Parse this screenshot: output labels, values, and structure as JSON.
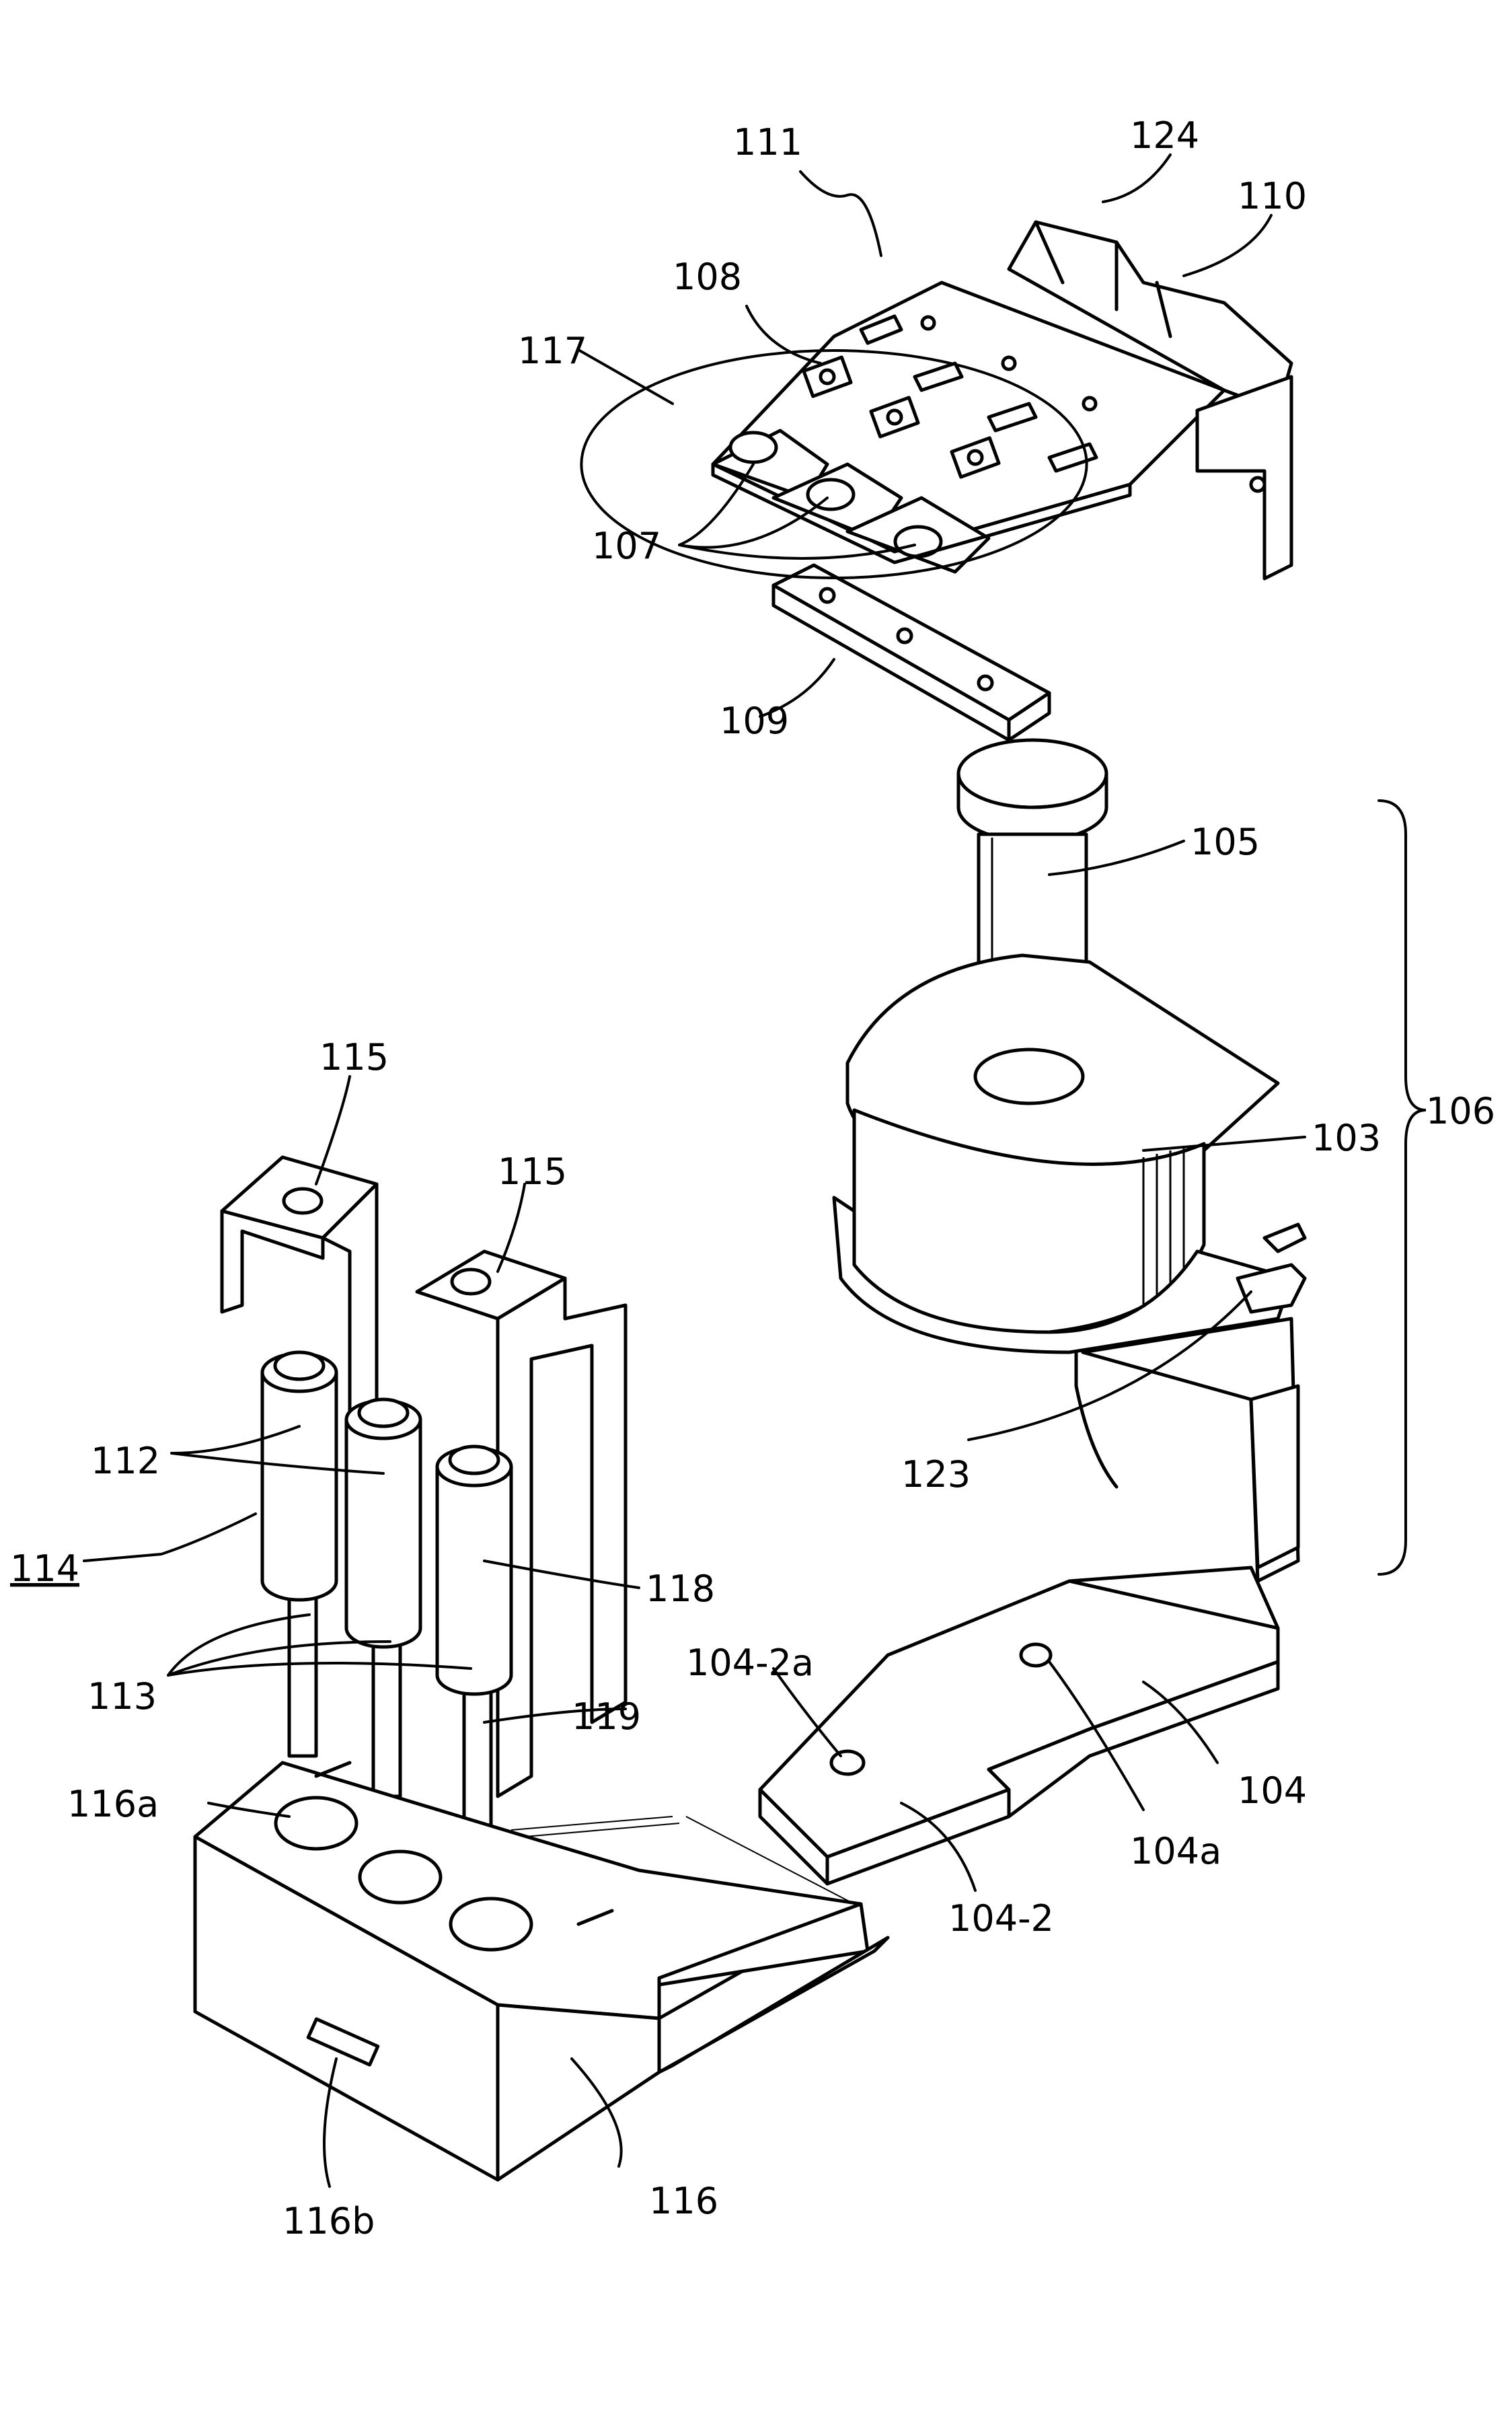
{
  "labels": {
    "l111": "111",
    "l124": "124",
    "l110": "110",
    "l108": "108",
    "l117": "117",
    "l107": "107",
    "l109": "109",
    "l105": "105",
    "l106": "106",
    "l103": "103",
    "l115a": "115",
    "l115b": "115",
    "l112": "112",
    "l114": "114",
    "l123": "123",
    "l118": "118",
    "l113": "113",
    "l119": "119",
    "l1042a": "104-2a",
    "l116a": "116a",
    "l104": "104",
    "l104a": "104a",
    "l1042": "104-2",
    "l116b": "116b",
    "l116": "116"
  }
}
